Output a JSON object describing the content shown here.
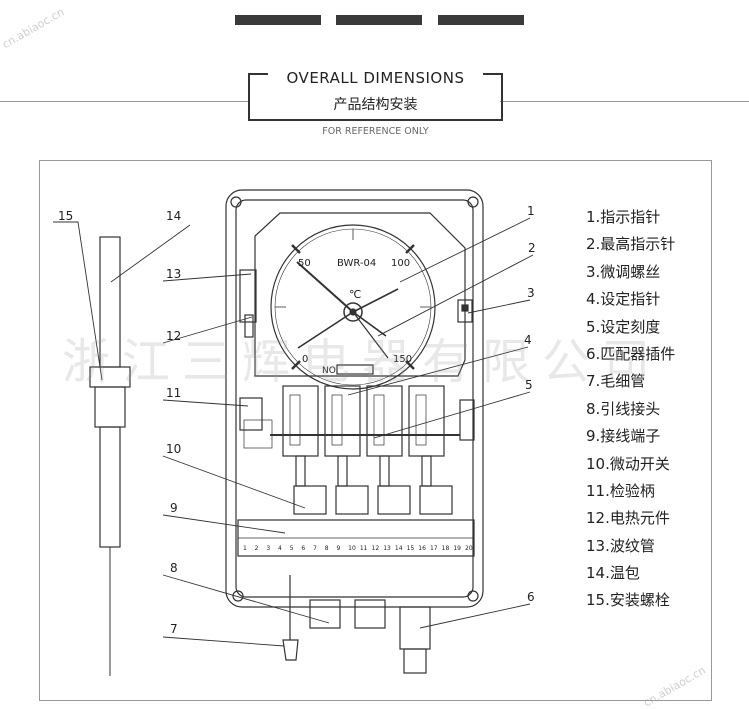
{
  "header": {
    "title_en": "OVERALL DIMENSIONS",
    "title_zh": "产品结构安装",
    "subtitle": "FOR REFERENCE ONLY"
  },
  "dial": {
    "model": "BWR-04",
    "unit": "℃",
    "scale_labels": [
      "0",
      "50",
      "100",
      "150"
    ],
    "nameplate": "NO."
  },
  "callouts": [
    "1",
    "2",
    "3",
    "4",
    "5",
    "6",
    "7",
    "8",
    "9",
    "10",
    "11",
    "12",
    "13",
    "14",
    "15"
  ],
  "legend": [
    "1.指示指针",
    "2.最高指示针",
    "3.微调螺丝",
    "4.设定指针",
    "5.设定刻度",
    "6.匹配器插件",
    "7.毛细管",
    "8.引线接头",
    "9.接线端子",
    "10.微动开关",
    "11.检验柄",
    "12.电热元件",
    "13.波纹管",
    "14.温包",
    "15.安装螺栓"
  ],
  "terminal_numbers": [
    "1",
    "2",
    "3",
    "4",
    "5",
    "6",
    "7",
    "8",
    "9",
    "10",
    "11",
    "12",
    "13",
    "14",
    "15",
    "16",
    "17",
    "18",
    "19",
    "20"
  ],
  "watermark": "浙江三辉电器有限公司",
  "brand_marks": [
    "cn.abiaoc.cn",
    "cn.abiaoc.cn"
  ],
  "colors": {
    "line": "#333333",
    "accent": "#222222"
  }
}
